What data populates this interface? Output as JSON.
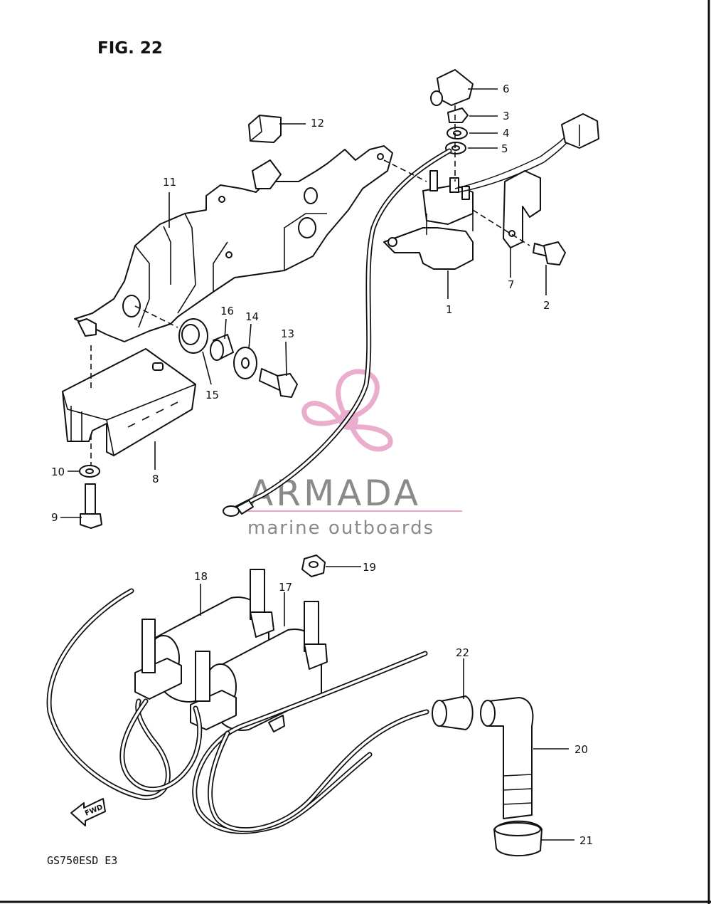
{
  "figure": {
    "title": "FIG. 22",
    "model_code": "GS750ESD E3",
    "fwd_label": "FWD"
  },
  "watermark": {
    "brand": "ARMADA",
    "tagline": "marine outboards",
    "colors": {
      "logo": "#e8a5c8",
      "text": "#8a8a8a"
    }
  },
  "callouts": [
    "1",
    "2",
    "3",
    "4",
    "5",
    "6",
    "7",
    "8",
    "9",
    "10",
    "11",
    "12",
    "13",
    "14",
    "15",
    "16",
    "17",
    "18",
    "19",
    "20",
    "21",
    "22"
  ]
}
